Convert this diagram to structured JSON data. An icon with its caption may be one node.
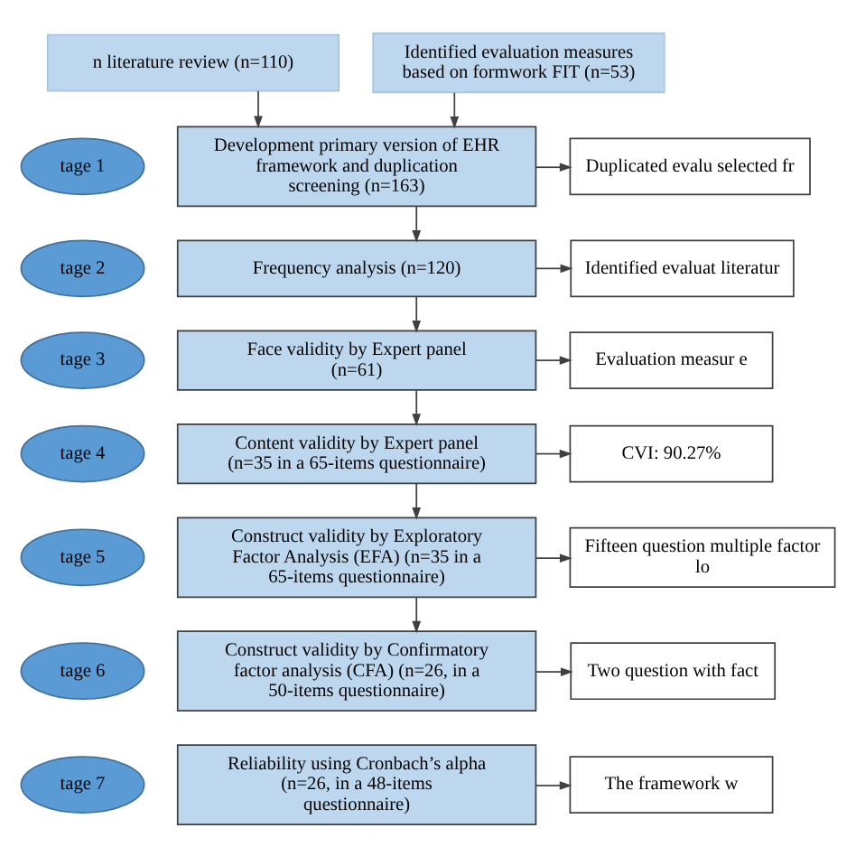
{
  "diagram": {
    "nodes": [
      {
        "text": [
          "n literature review (n=110)"
        ]
      },
      {
        "text": [
          "Identified evaluation measures based on formwork FIT (n=53)"
        ]
      },
      {
        "text": [
          "tage 1"
        ]
      },
      {
        "text": [
          "Development primary version of EHR framework and duplication screening (n=163)"
        ]
      },
      {
        "text": [
          "Duplicated evalu selected fr"
        ]
      },
      {
        "text": [
          "tage 2"
        ]
      },
      {
        "text": [
          "Frequency analysis (n=120)"
        ]
      },
      {
        "text": [
          "Identified evaluat literatur"
        ]
      },
      {
        "text": [
          "tage 3"
        ]
      },
      {
        "text": [
          "Face validity by Expert panel (n=61)"
        ]
      },
      {
        "text": [
          "Evaluation measur e"
        ]
      },
      {
        "text": [
          "tage 4"
        ]
      },
      {
        "text": [
          "Content validity by Expert panel (n=35 in a 65-items questionnaire)"
        ]
      },
      {
        "text": [
          "CVI: 90.27%"
        ]
      },
      {
        "text": [
          "tage 5"
        ]
      },
      {
        "text": [
          "Construct validity by Exploratory Factor Analysis (EFA) (n=35 in a 65-items questionnaire)"
        ]
      },
      {
        "text": [
          "Fifteen question multiple factor lo"
        ]
      },
      {
        "text": [
          "tage 6"
        ]
      },
      {
        "text": [
          "Construct validity by Confirmatory factor analysis (CFA) (n=26, in a 50-items questionnaire)"
        ]
      },
      {
        "text": [
          "Two question with fact"
        ]
      },
      {
        "text": [
          "tage 7"
        ]
      },
      {
        "text": [
          "Reliability using Cronbach’s alpha (n=26, in a 48-items questionnaire)"
        ]
      },
      {
        "text": [
          "The framework w"
        ]
      }
    ],
    "edges": [
      {
        "from": 0,
        "to": 3,
        "arrow": "to"
      },
      {
        "from": 1,
        "to": 3,
        "arrow": "to"
      },
      {
        "from": 3,
        "to": 4,
        "arrow": "to"
      },
      {
        "from": 3,
        "to": 6,
        "arrow": "to"
      },
      {
        "from": 6,
        "to": 7,
        "arrow": "to"
      },
      {
        "from": 6,
        "to": 9,
        "arrow": "to"
      },
      {
        "from": 9,
        "to": 10,
        "arrow": "to"
      },
      {
        "from": 9,
        "to": 12,
        "arrow": "to"
      },
      {
        "from": 12,
        "to": 13,
        "arrow": "to"
      },
      {
        "from": 12,
        "to": 15,
        "arrow": "to"
      },
      {
        "from": 15,
        "to": 16,
        "arrow": "to"
      },
      {
        "from": 15,
        "to": 18,
        "arrow": "to"
      },
      {
        "from": 18,
        "to": 19,
        "arrow": "to"
      },
      {
        "from": 21,
        "to": 22,
        "arrow": "to"
      }
    ]
  }
}
